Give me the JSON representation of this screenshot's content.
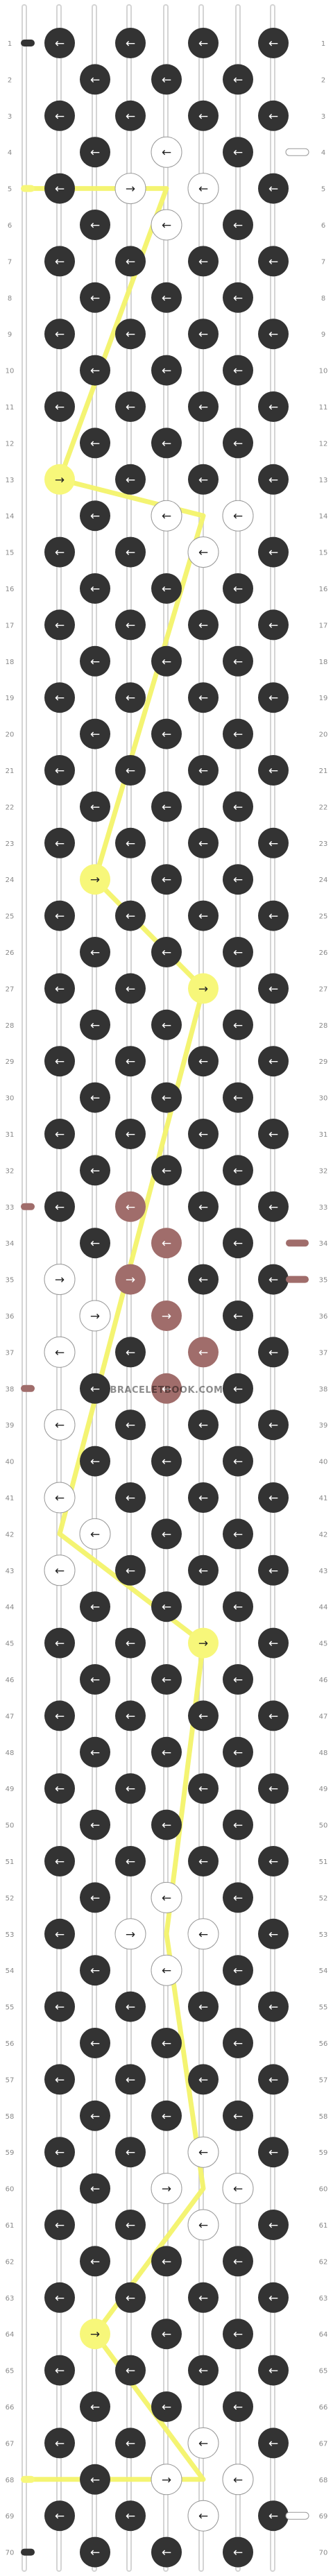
{
  "pattern": {
    "type": "alpha friendship bracelet pattern",
    "rows": 70,
    "columns": 8,
    "knots_per_row": 7,
    "row_labels": [
      "1",
      "2",
      "3",
      "4",
      "5",
      "6",
      "7",
      "8",
      "9",
      "10",
      "11",
      "12",
      "13",
      "14",
      "15",
      "16",
      "17",
      "18",
      "19",
      "20",
      "21",
      "22",
      "23",
      "24",
      "25",
      "26",
      "27",
      "28",
      "29",
      "30",
      "31",
      "32",
      "33",
      "34",
      "35",
      "36",
      "37",
      "38",
      "39",
      "40",
      "41",
      "42",
      "43",
      "44",
      "45",
      "46",
      "47",
      "48",
      "49",
      "50",
      "51",
      "52",
      "53",
      "54",
      "55",
      "56",
      "57",
      "58",
      "59",
      "60",
      "61",
      "62",
      "63",
      "64",
      "65",
      "66",
      "67",
      "68",
      "69",
      "70"
    ],
    "colors": {
      "A": "#333333",
      "B": "#f7f77a",
      "C": "#ffffff",
      "D": "#a06d6b"
    },
    "background_color": "A",
    "knot_symbols": {
      "left": "←",
      "right": "→"
    },
    "default_direction": "left",
    "right_knots": [
      [
        5,
        3
      ],
      [
        5,
        4
      ],
      [
        13,
        1
      ],
      [
        13,
        2
      ],
      [
        24,
        2
      ],
      [
        24,
        3
      ],
      [
        27,
        4
      ],
      [
        27,
        5
      ],
      [
        35,
        1
      ],
      [
        35,
        2
      ],
      [
        35,
        3
      ],
      [
        35,
        4
      ],
      [
        36,
        1
      ],
      [
        36,
        2
      ],
      [
        36,
        3
      ],
      [
        36,
        4
      ],
      [
        45,
        4
      ],
      [
        45,
        5
      ],
      [
        53,
        3
      ],
      [
        53,
        4
      ],
      [
        60,
        4
      ],
      [
        60,
        5
      ],
      [
        64,
        2
      ],
      [
        64,
        3
      ],
      [
        68,
        4
      ],
      [
        68,
        5
      ]
    ],
    "colored_knots": {
      "B": [
        [
          5,
          4
        ],
        [
          13,
          1
        ],
        [
          14,
          5
        ],
        [
          24,
          2
        ],
        [
          27,
          5
        ],
        [
          42,
          1
        ],
        [
          45,
          5
        ],
        [
          53,
          4
        ],
        [
          60,
          5
        ],
        [
          64,
          2
        ],
        [
          68,
          5
        ]
      ],
      "C": [
        [
          4,
          4
        ],
        [
          5,
          3
        ],
        [
          5,
          5
        ],
        [
          6,
          4
        ],
        [
          12,
          1
        ],
        [
          13,
          2
        ],
        [
          14,
          1
        ],
        [
          14,
          4
        ],
        [
          14,
          6
        ],
        [
          15,
          5
        ],
        [
          23,
          2
        ],
        [
          24,
          1
        ],
        [
          24,
          3
        ],
        [
          25,
          2
        ],
        [
          26,
          5
        ],
        [
          27,
          4
        ],
        [
          27,
          6
        ],
        [
          28,
          5
        ],
        [
          35,
          1
        ],
        [
          35,
          2
        ],
        [
          36,
          1
        ],
        [
          36,
          2
        ],
        [
          37,
          1
        ],
        [
          38,
          1
        ],
        [
          39,
          1
        ],
        [
          41,
          1
        ],
        [
          42,
          2
        ],
        [
          43,
          1
        ],
        [
          44,
          5
        ],
        [
          45,
          4
        ],
        [
          45,
          6
        ],
        [
          46,
          5
        ],
        [
          52,
          4
        ],
        [
          53,
          3
        ],
        [
          53,
          5
        ],
        [
          54,
          4
        ],
        [
          59,
          5
        ],
        [
          60,
          4
        ],
        [
          60,
          6
        ],
        [
          61,
          5
        ],
        [
          63,
          2
        ],
        [
          64,
          1
        ],
        [
          64,
          3
        ],
        [
          65,
          2
        ],
        [
          67,
          5
        ],
        [
          68,
          4
        ],
        [
          68,
          6
        ],
        [
          69,
          5
        ]
      ],
      "D": [
        [
          33,
          3
        ],
        [
          33,
          4
        ],
        [
          34,
          4
        ],
        [
          34,
          5
        ],
        [
          35,
          3
        ],
        [
          35,
          4
        ],
        [
          35,
          6
        ],
        [
          36,
          3
        ],
        [
          36,
          4
        ],
        [
          36,
          5
        ],
        [
          37,
          4
        ],
        [
          37,
          5
        ],
        [
          38,
          3
        ],
        [
          38,
          4
        ]
      ]
    },
    "end_strings": {
      "top_left": [
        [
          "1",
          "A"
        ],
        [
          "5",
          "B"
        ]
      ],
      "top_right": [
        [
          "4",
          "C"
        ]
      ],
      "mid_left": [
        [
          "33",
          "D"
        ],
        [
          "38",
          "D"
        ]
      ],
      "mid_right": [
        [
          "34",
          "D"
        ],
        [
          "35",
          "D"
        ]
      ],
      "bottom_left": [
        [
          "68",
          "B"
        ],
        [
          "70",
          "A"
        ]
      ],
      "bottom_right": [
        [
          "69",
          "C"
        ]
      ]
    },
    "watermark": "BRACELETBOOK.COM"
  }
}
